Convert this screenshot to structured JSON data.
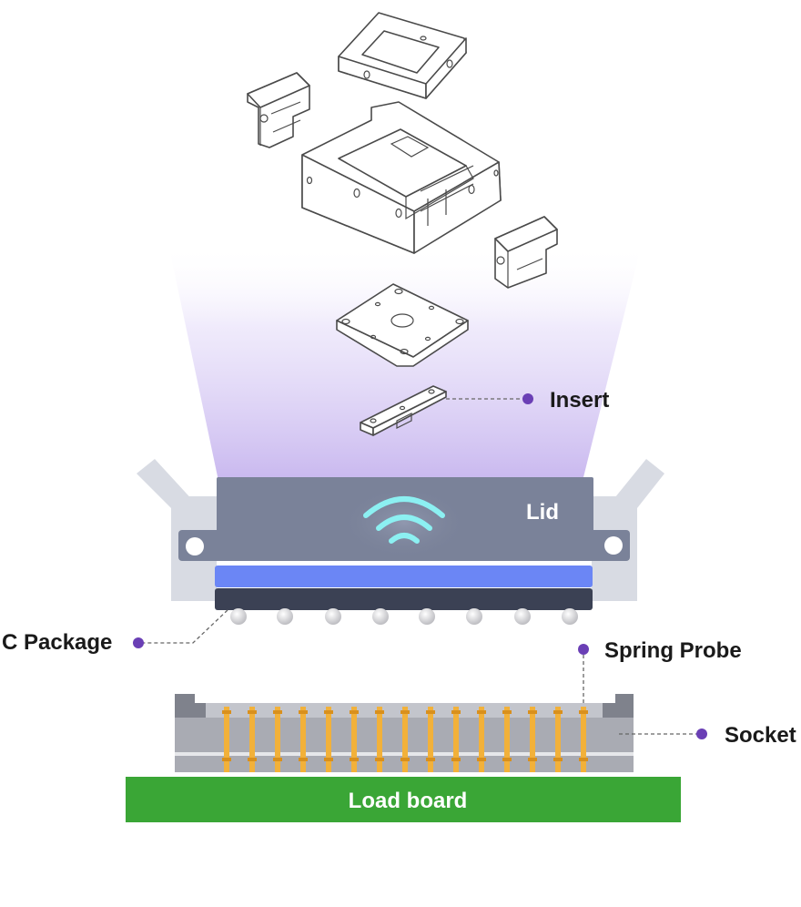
{
  "labels": {
    "insert": "Insert",
    "lid": "Lid",
    "ic_package": "C Package",
    "spring_probe": "Spring Probe",
    "socket": "Socket",
    "load_board": "Load board"
  },
  "colors": {
    "accent_dot": "#6a3fb5",
    "glow_top": "#ffffff",
    "glow_bottom": "#c9b8ef",
    "lid_body": "#7a8299",
    "lid_arms": "#d8dbe3",
    "blue_plate": "#6b86f5",
    "dark_plate": "#3b4154",
    "socket_body": "#a9abb3",
    "probe_gold": "#f2b13a",
    "load_board": "#3aa636",
    "wifi_glow": "#8cf0f2"
  },
  "icons": {
    "wireless": "wifi-signal-icon"
  }
}
